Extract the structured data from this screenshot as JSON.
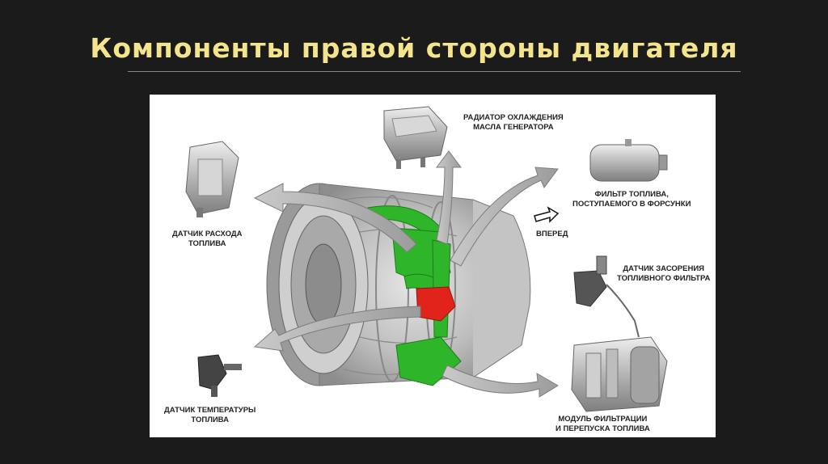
{
  "slide": {
    "title": "Компоненты правой стороны двигателя"
  },
  "diagram": {
    "labels": {
      "oil_cooler": [
        "РАДИАТОР ОХЛАЖДЕНИЯ",
        "МАСЛА ГЕНЕРАТОРА"
      ],
      "fuel_flow_sensor": [
        "ДАТЧИК РАСХОДА",
        "ТОПЛИВА"
      ],
      "fuel_filter": [
        "ФИЛЬТР ТОПЛИВА,",
        "ПОСТУПАЕМОГО В ФОРСУНКИ"
      ],
      "forward": "ВПЕРЕД",
      "filter_clog_sensor": [
        "ДАТЧИК ЗАСОРЕНИЯ",
        "ТОПЛИВНОГО ФИЛЬТРА"
      ],
      "fuel_temp_sensor": [
        "ДАТЧИК ТЕМПЕРАТУРЫ",
        "ТОПЛИВА"
      ],
      "filter_bypass_module": [
        "МОДУЛЬ ФИЛЬТРАЦИИ",
        "И ПЕРЕПУСКА ТОПЛИВА"
      ]
    },
    "colors": {
      "highlight_green": "#2fb52a",
      "highlight_red": "#e0241b",
      "engine_gray": "#b9b9b9",
      "arrow_gray": "#a8a8a8"
    }
  }
}
